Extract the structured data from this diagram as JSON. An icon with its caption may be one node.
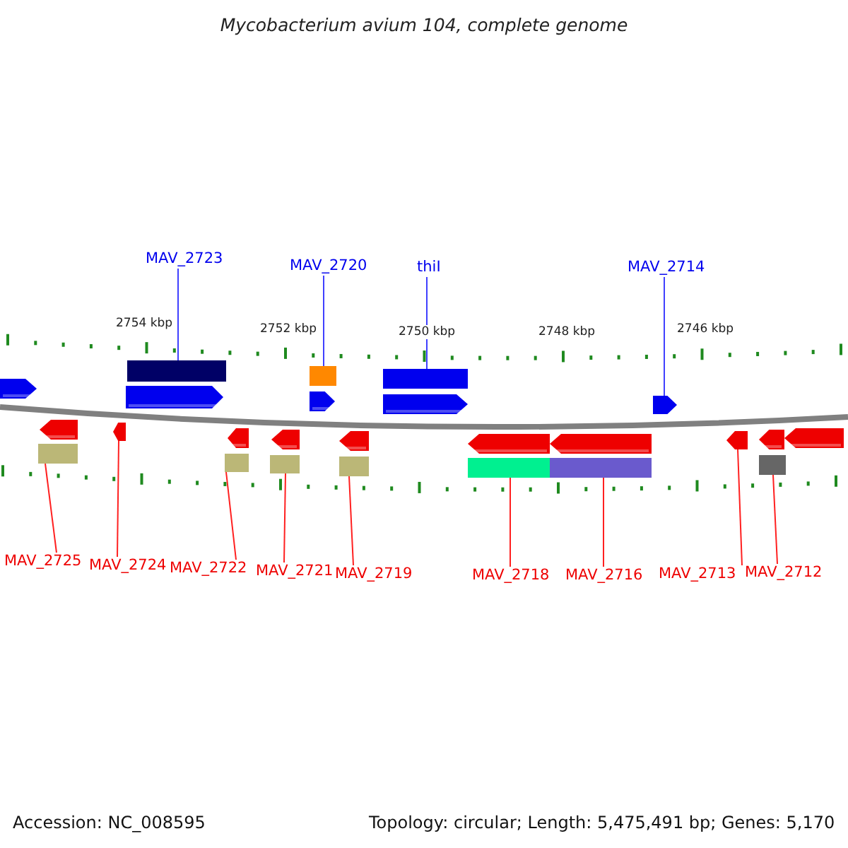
{
  "diagram": {
    "title": "Mycobacterium avium 104, complete genome",
    "nodes": [
      {
        "text": [
          "MAV_2723"
        ]
      },
      {
        "text": [],
        "shape": "box"
      },
      {
        "text": [
          "MAV_2720"
        ]
      },
      {
        "text": [],
        "shape": "box"
      },
      {
        "text": [
          "thiI"
        ]
      },
      {
        "text": [],
        "shape": "box"
      },
      {
        "text": [
          "MAV_2714"
        ]
      },
      {
        "text": [],
        "shape": "arrow"
      },
      {
        "text": [
          "MAV_2725"
        ]
      },
      {
        "text": [],
        "shape": "box"
      },
      {
        "text": [
          "MAV_2724"
        ]
      },
      {
        "text": [],
        "shape": "arrow"
      },
      {
        "text": [
          "MAV_2722"
        ]
      },
      {
        "text": [],
        "shape": "box"
      },
      {
        "text": [
          "MAV_2721"
        ]
      },
      {
        "text": [],
        "shape": "box"
      },
      {
        "text": [
          "MAV_2719"
        ]
      },
      {
        "text": [],
        "shape": "box"
      },
      {
        "text": [
          "MAV_2718"
        ]
      },
      {
        "text": [],
        "shape": "box"
      },
      {
        "text": [
          "MAV_2716"
        ]
      },
      {
        "text": [],
        "shape": "box"
      },
      {
        "text": [
          "MAV_2713"
        ]
      },
      {
        "text": [],
        "shape": "arrow"
      },
      {
        "text": [
          "MAV_2712"
        ]
      },
      {
        "text": [],
        "shape": "box"
      }
    ],
    "edges": [
      {
        "from": 0,
        "to": 1,
        "arrow": "none",
        "color": "#4040ff"
      },
      {
        "from": 2,
        "to": 3,
        "arrow": "none",
        "color": "#4040ff"
      },
      {
        "from": 4,
        "to": 5,
        "arrow": "none",
        "color": "#4040ff"
      },
      {
        "from": 6,
        "to": 7,
        "arrow": "none",
        "color": "#4040ff"
      },
      {
        "from": 8,
        "to": 9,
        "arrow": "none"
      },
      {
        "from": 10,
        "to": 11,
        "arrow": "none"
      },
      {
        "from": 12,
        "to": 13,
        "arrow": "none"
      },
      {
        "from": 14,
        "to": 15,
        "arrow": "none"
      },
      {
        "from": 16,
        "to": 17,
        "arrow": "none"
      },
      {
        "from": 18,
        "to": 19,
        "arrow": "none"
      },
      {
        "from": 20,
        "to": 21,
        "arrow": "none"
      },
      {
        "from": 22,
        "to": 23,
        "arrow": "none"
      },
      {
        "from": 24,
        "to": 25,
        "arrow": "none"
      }
    ],
    "labels": [
      "2754 kbp",
      "2752 kbp",
      "2750 kbp",
      "2748 kbp",
      "2746 kbp",
      "Accession: NC_008595",
      "Topology: circular; Length: 5,475,491 bp; Genes: 5,170"
    ]
  }
}
